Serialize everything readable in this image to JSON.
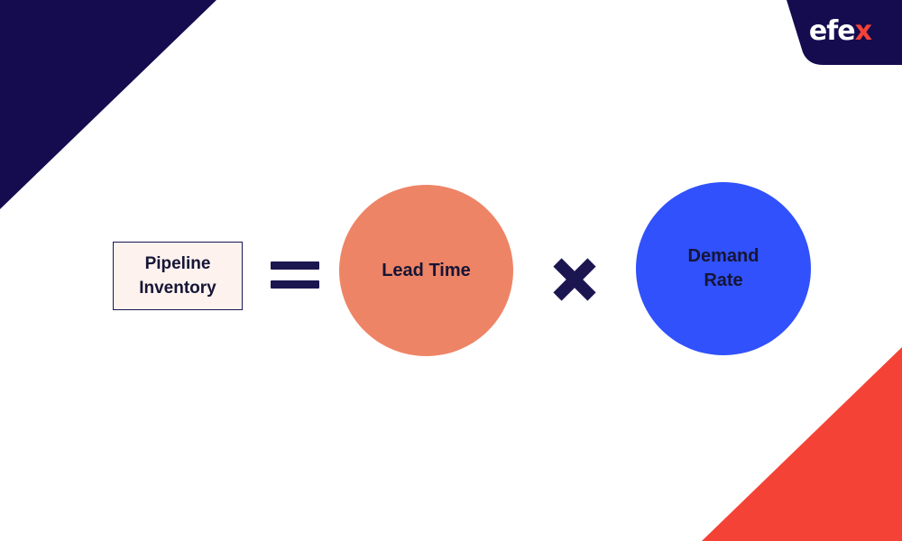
{
  "brand": {
    "logo_main": "efe",
    "logo_accent": "x"
  },
  "colors": {
    "navy": "#150c4f",
    "orange_red": "#f44336",
    "lead_circle": "#ee8466",
    "demand_circle": "#3051fb",
    "box_fill": "#fdf2ee",
    "text_dark": "#161535"
  },
  "formula": {
    "result": {
      "line1": "Pipeline",
      "line2": "Inventory"
    },
    "operator_equals": "equals-icon",
    "factor1": {
      "label": "Lead Time"
    },
    "operator_times": "times-icon",
    "factor2": {
      "line1": "Demand",
      "line2": "Rate"
    }
  }
}
